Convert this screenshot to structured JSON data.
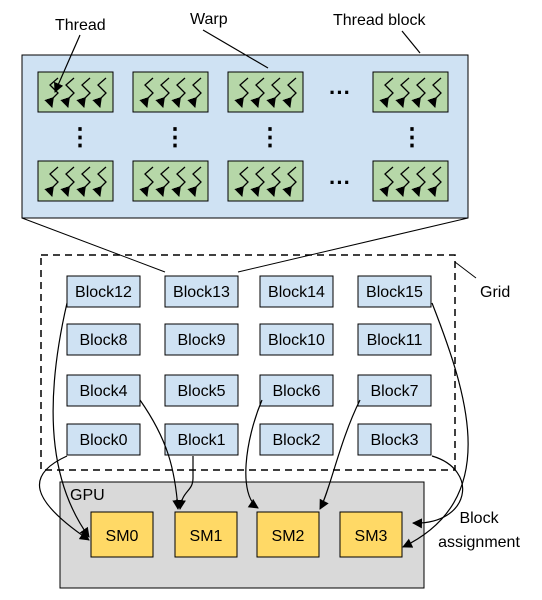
{
  "labels": {
    "thread": "Thread",
    "warp": "Warp",
    "thread_block": "Thread block",
    "grid": "Grid",
    "gpu": "GPU",
    "block_assignment_line1": "Block",
    "block_assignment_line2": "assignment",
    "ellipsis_horizontal": "···",
    "ellipsis_vertical": "⋮"
  },
  "blocks": [
    "Block12",
    "Block13",
    "Block14",
    "Block15",
    "Block8",
    "Block9",
    "Block10",
    "Block11",
    "Block4",
    "Block5",
    "Block6",
    "Block7",
    "Block0",
    "Block1",
    "Block2",
    "Block3"
  ],
  "sms": [
    "SM0",
    "SM1",
    "SM2",
    "SM3"
  ],
  "colors": {
    "thread_block_fill": "#cfe2f3",
    "block_fill": "#cfe2f3",
    "warp_fill": "#b6d7a8",
    "gpu_fill": "#d9d9d9",
    "sm_fill": "#ffd966",
    "stroke": "#000000"
  }
}
